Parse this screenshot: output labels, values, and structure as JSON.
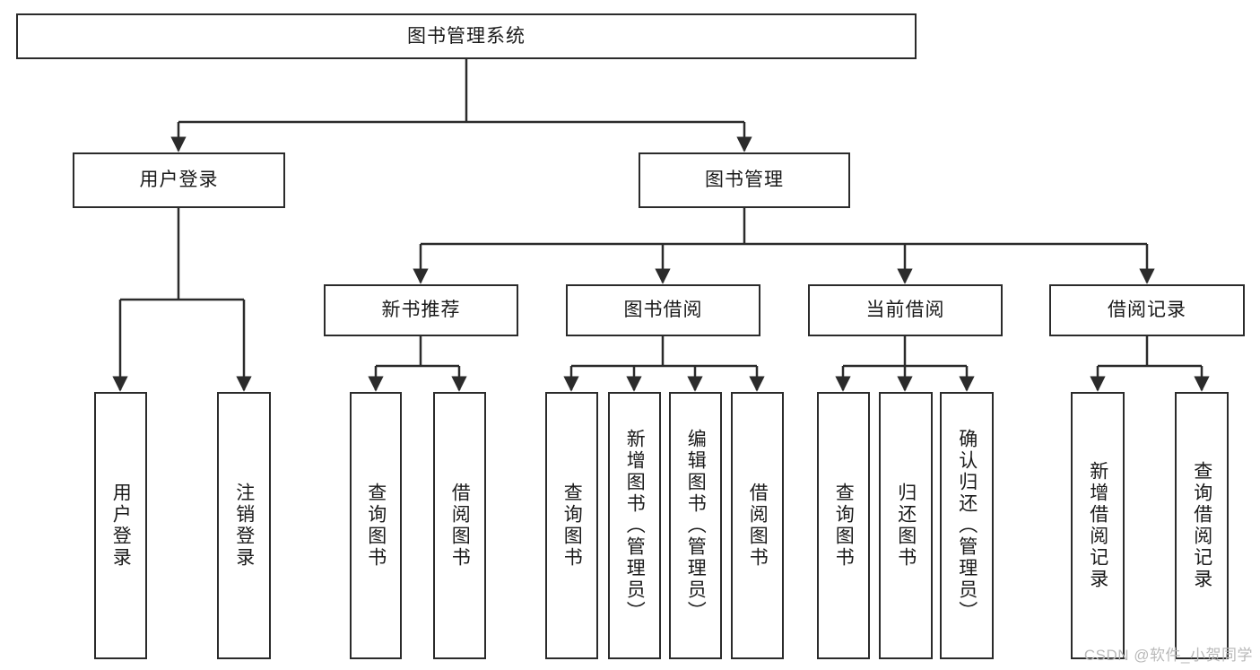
{
  "diagram": {
    "title": "图书管理系统",
    "type": "tree",
    "watermark": "CSDN @软件_小贺同学",
    "colors": {
      "background": "#ffffff",
      "node_fill": "#ffffff",
      "node_border": "#2b2b2b",
      "edge": "#2b2b2b",
      "text": "#1a1a1a",
      "watermark": "#b9b9b9"
    },
    "levels": {
      "root": {
        "label": "图书管理系统"
      },
      "level2": [
        {
          "label": "用户登录"
        },
        {
          "label": "图书管理"
        }
      ],
      "level3": [
        {
          "label": "新书推荐"
        },
        {
          "label": "图书借阅"
        },
        {
          "label": "当前借阅"
        },
        {
          "label": "借阅记录"
        }
      ],
      "leaves": {
        "user_login": [
          {
            "label": "用户登录"
          },
          {
            "label": "注销登录"
          }
        ],
        "new_book": [
          {
            "label": "查询图书"
          },
          {
            "label": "借阅图书"
          }
        ],
        "book_borrow": [
          {
            "label": "查询图书"
          },
          {
            "label": "新增图书（管理员）"
          },
          {
            "label": "编辑图书（管理员）"
          },
          {
            "label": "借阅图书"
          }
        ],
        "current_borrow": [
          {
            "label": "查询图书"
          },
          {
            "label": "归还图书"
          },
          {
            "label": "确认归还（管理员）"
          }
        ],
        "borrow_record": [
          {
            "label": "新增借阅记录"
          },
          {
            "label": "查询借阅记录"
          }
        ]
      }
    }
  }
}
